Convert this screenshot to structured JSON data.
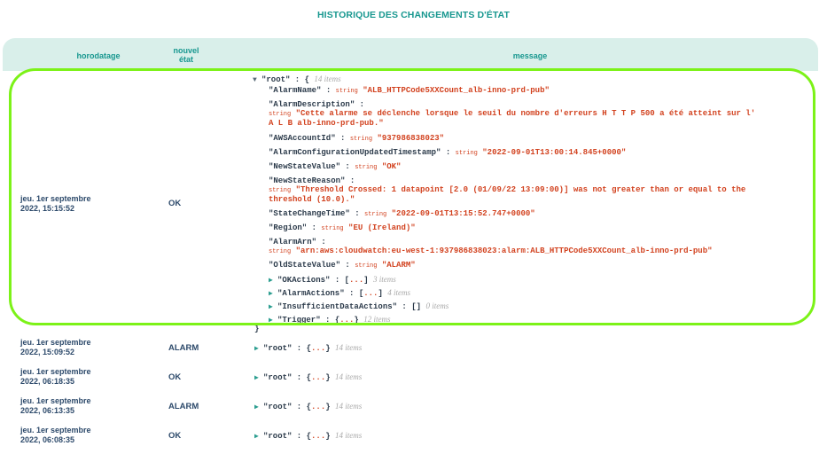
{
  "page": {
    "title": "HISTORIQUE DES CHANGEMENTS D'ÉTAT"
  },
  "table": {
    "headers": {
      "timestamp": "horodatage",
      "state_line1": "nouvel",
      "state_line2": "état",
      "message": "message"
    },
    "colors": {
      "accent": "#17978f",
      "header_bg": "#d9efea",
      "highlight": "#7cf218",
      "value": "#d2421f"
    },
    "expanded": {
      "ts_line1": "jeu. 1er septembre",
      "ts_line2": "2022, 15:15:52",
      "state": "OK",
      "root_key": "\"root\"",
      "root_open": " : {",
      "root_count": "14 items",
      "close": "}",
      "fields": [
        {
          "key": "\"AlarmName\"",
          "sep": " : ",
          "type": "string",
          "value": "\"ALB_HTTPCode5XXCount_alb-inno-prd-pub\""
        },
        {
          "key": "\"AlarmDescription\"",
          "sep": " :",
          "type": "string",
          "value": "\"Cette alarme se déclenche lorsque le seuil du nombre d'erreurs H T T P 500 a été atteint sur l'",
          "value2": "A L B alb-inno-prd-pub.\""
        },
        {
          "key": "\"AWSAccountId\"",
          "sep": " : ",
          "type": "string",
          "value": "\"937986838023\""
        },
        {
          "key": "\"AlarmConfigurationUpdatedTimestamp\"",
          "sep": " : ",
          "type": "string",
          "value": "\"2022-09-01T13:00:14.845+0000\""
        },
        {
          "key": "\"NewStateValue\"",
          "sep": " : ",
          "type": "string",
          "value": "\"OK\""
        },
        {
          "key": "\"NewStateReason\"",
          "sep": " :",
          "type": "string",
          "value": "\"Threshold Crossed: 1 datapoint [2.0 (01/09/22 13:09:00)] was not greater than or equal to the",
          "value2": "threshold (10.0).\""
        },
        {
          "key": "\"StateChangeTime\"",
          "sep": " : ",
          "type": "string",
          "value": "\"2022-09-01T13:15:52.747+0000\""
        },
        {
          "key": "\"Region\"",
          "sep": " : ",
          "type": "string",
          "value": "\"EU (Ireland)\""
        },
        {
          "key": "\"AlarmArn\"",
          "sep": " :",
          "type": "string",
          "value": "\"arn:aws:cloudwatch:eu-west-1:937986838023:alarm:ALB_HTTPCode5XXCount_alb-inno-prd-pub\""
        },
        {
          "key": "\"OldStateValue\"",
          "sep": " : ",
          "type": "string",
          "value": "\"ALARM\""
        }
      ],
      "collapsed": [
        {
          "key": "\"OKActions\"",
          "sep": " : ",
          "open": "[",
          "dots": "...",
          "close": "]",
          "count": "3 items"
        },
        {
          "key": "\"AlarmActions\"",
          "sep": " : ",
          "open": "[",
          "dots": "...",
          "close": "]",
          "count": "4 items"
        },
        {
          "key": "\"InsufficientDataActions\"",
          "sep": " : ",
          "open": "[]",
          "dots": "",
          "close": "",
          "count": "0 items"
        },
        {
          "key": "\"Trigger\"",
          "sep": " : ",
          "open": "{",
          "dots": "...",
          "close": "}",
          "count": "12 items"
        }
      ]
    },
    "rows": [
      {
        "ts_line1": "jeu. 1er septembre",
        "ts_line2": "2022, 15:09:52",
        "state": "ALARM",
        "root_key": "\"root\"",
        "sep": " : ",
        "open": "{",
        "dots": "...",
        "close": "}",
        "count": "14 items"
      },
      {
        "ts_line1": "jeu. 1er septembre",
        "ts_line2": "2022, 06:18:35",
        "state": "OK",
        "root_key": "\"root\"",
        "sep": " : ",
        "open": "{",
        "dots": "...",
        "close": "}",
        "count": "14 items"
      },
      {
        "ts_line1": "jeu. 1er septembre",
        "ts_line2": "2022, 06:13:35",
        "state": "ALARM",
        "root_key": "\"root\"",
        "sep": " : ",
        "open": "{",
        "dots": "...",
        "close": "}",
        "count": "14 items"
      },
      {
        "ts_line1": "jeu. 1er septembre",
        "ts_line2": "2022, 06:08:35",
        "state": "OK",
        "root_key": "\"root\"",
        "sep": " : ",
        "open": "{",
        "dots": "...",
        "close": "}",
        "count": "14 items"
      }
    ]
  }
}
